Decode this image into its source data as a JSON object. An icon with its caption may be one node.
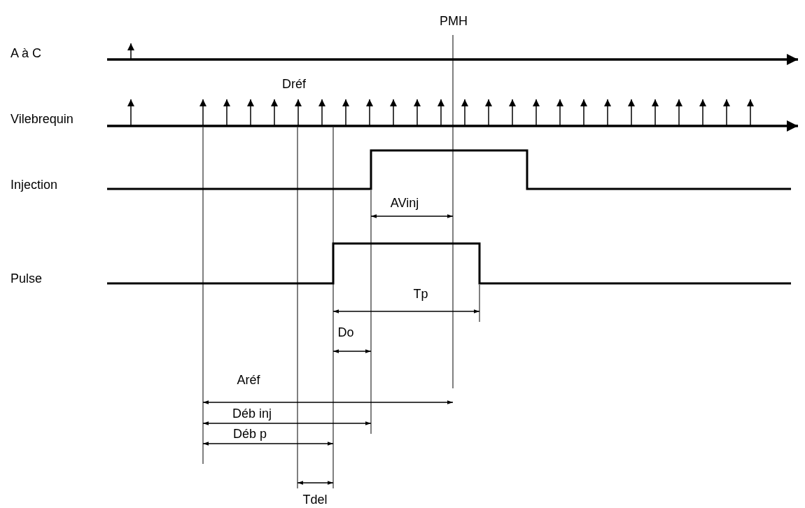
{
  "diagram": {
    "labels": [
      "PMH",
      "A à C",
      "Dréf",
      "Vilebrequin",
      "Injection",
      "Pulse",
      "AVinj",
      "Tp",
      "Do",
      "Aréf",
      "Déb inj",
      "Déb p",
      "Tdel"
    ]
  }
}
